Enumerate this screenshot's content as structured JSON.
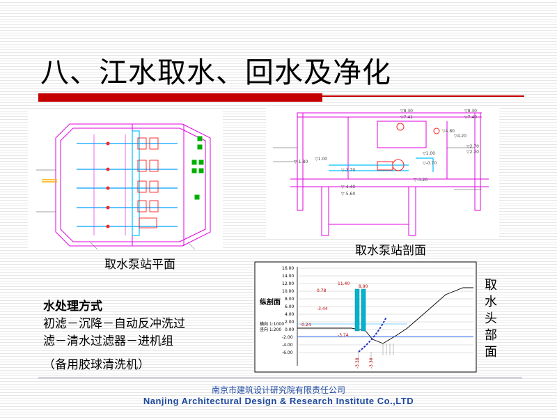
{
  "title": "八、江水取水、回水及净化",
  "drawings": {
    "plan": {
      "caption": "取水泵站平面"
    },
    "section": {
      "caption": "取水泵站剖面",
      "labels": [
        "▽8.30",
        "▽7.41",
        "▽8.30",
        "▽7.40",
        "▽4.80",
        "▽4.20",
        "▽2.70",
        "▽2.20",
        "▽1.00",
        "▽-0.70",
        "▽-3.20",
        "▽-3.70",
        "▽-4.40",
        "▽-5.60",
        "▽1.00",
        "▽-1.80"
      ]
    },
    "intake": {
      "caption_chars": [
        "取",
        "水",
        "头",
        "部",
        "面"
      ],
      "profile_label": "纵剖面",
      "scale_h": "横向 1:1000",
      "scale_v": "竖向 1:200",
      "axis_values": [
        "16.00",
        "14.00",
        "12.00",
        "10.00",
        "8.00",
        "6.00",
        "4.00",
        "2.00",
        "0.00",
        "-2.00",
        "-4.00",
        "-6.00"
      ],
      "level_labels": [
        "11.40",
        "8.90",
        "0.78",
        "-3.44",
        "-0.24",
        "-3.74"
      ],
      "bottom_labels": [
        "-3.38",
        "-3.30"
      ]
    }
  },
  "treatment": {
    "heading": "水处理方式",
    "lines": [
      "初滤－沉降－自动反冲洗过",
      "滤－清水过滤器－进机组"
    ],
    "note": "（备用胶球清洗机）"
  },
  "footer": {
    "company_cn": "南京市建筑设计研究院有限责任公司",
    "company_en": "Nanjing Architectural Design & Research Institute Co.,LTD"
  }
}
